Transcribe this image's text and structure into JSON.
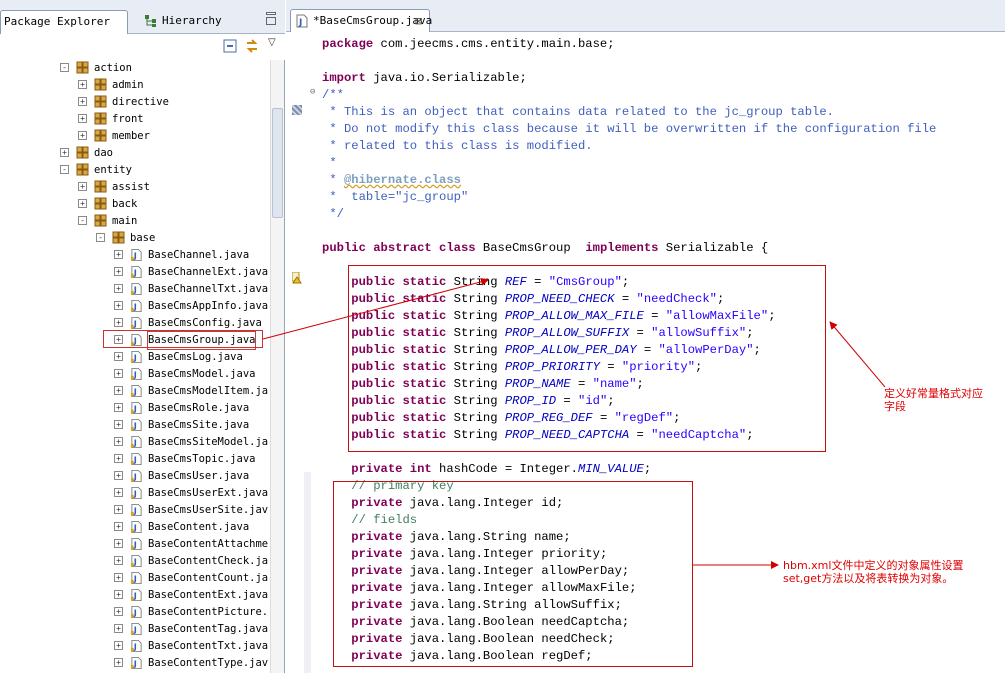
{
  "left_pane": {
    "tab_package_explorer": "Package Explorer",
    "tab_hierarchy": "Hierarchy",
    "close_glyph": "⊠",
    "icons": {
      "collapse_all": "collapse-all-icon",
      "link_editor": "link-with-editor-icon",
      "view_menu": "chevron-down-icon"
    }
  },
  "tree": [
    {
      "label": "action",
      "indent": 0,
      "kind": "package",
      "expander": "-"
    },
    {
      "label": "admin",
      "indent": 1,
      "kind": "package",
      "expander": "+"
    },
    {
      "label": "directive",
      "indent": 1,
      "kind": "package",
      "expander": "+"
    },
    {
      "label": "front",
      "indent": 1,
      "kind": "package",
      "expander": "+"
    },
    {
      "label": "member",
      "indent": 1,
      "kind": "package",
      "expander": "+"
    },
    {
      "label": "dao",
      "indent": 0,
      "kind": "package",
      "expander": "+"
    },
    {
      "label": "entity",
      "indent": 0,
      "kind": "package",
      "expander": "-"
    },
    {
      "label": "assist",
      "indent": 1,
      "kind": "package",
      "expander": "+"
    },
    {
      "label": "back",
      "indent": 1,
      "kind": "package",
      "expander": "+"
    },
    {
      "label": "main",
      "indent": 1,
      "kind": "package",
      "expander": "-"
    },
    {
      "label": "base",
      "indent": 2,
      "kind": "package",
      "expander": "-"
    },
    {
      "label": "BaseChannel.java",
      "indent": 3,
      "kind": "java",
      "expander": "+"
    },
    {
      "label": "BaseChannelExt.java",
      "indent": 3,
      "kind": "java",
      "expander": "+"
    },
    {
      "label": "BaseChannelTxt.java",
      "indent": 3,
      "kind": "java",
      "expander": "+"
    },
    {
      "label": "BaseCmsAppInfo.java",
      "indent": 3,
      "kind": "java",
      "expander": "+"
    },
    {
      "label": "BaseCmsConfig.java",
      "indent": 3,
      "kind": "java",
      "expander": "+"
    },
    {
      "label": "BaseCmsGroup.java",
      "indent": 3,
      "kind": "java",
      "expander": "+",
      "selected": true
    },
    {
      "label": "BaseCmsLog.java",
      "indent": 3,
      "kind": "java",
      "expander": "+"
    },
    {
      "label": "BaseCmsModel.java",
      "indent": 3,
      "kind": "java",
      "expander": "+"
    },
    {
      "label": "BaseCmsModelItem.ja",
      "indent": 3,
      "kind": "java",
      "expander": "+"
    },
    {
      "label": "BaseCmsRole.java",
      "indent": 3,
      "kind": "java",
      "expander": "+"
    },
    {
      "label": "BaseCmsSite.java",
      "indent": 3,
      "kind": "java",
      "expander": "+"
    },
    {
      "label": "BaseCmsSiteModel.ja",
      "indent": 3,
      "kind": "java",
      "expander": "+"
    },
    {
      "label": "BaseCmsTopic.java",
      "indent": 3,
      "kind": "java",
      "expander": "+"
    },
    {
      "label": "BaseCmsUser.java",
      "indent": 3,
      "kind": "java",
      "expander": "+"
    },
    {
      "label": "BaseCmsUserExt.java",
      "indent": 3,
      "kind": "java",
      "expander": "+"
    },
    {
      "label": "BaseCmsUserSite.jav",
      "indent": 3,
      "kind": "java",
      "expander": "+"
    },
    {
      "label": "BaseContent.java",
      "indent": 3,
      "kind": "java",
      "expander": "+"
    },
    {
      "label": "BaseContentAttachme",
      "indent": 3,
      "kind": "java",
      "expander": "+"
    },
    {
      "label": "BaseContentCheck.ja",
      "indent": 3,
      "kind": "java",
      "expander": "+"
    },
    {
      "label": "BaseContentCount.ja",
      "indent": 3,
      "kind": "java",
      "expander": "+"
    },
    {
      "label": "BaseContentExt.java",
      "indent": 3,
      "kind": "java",
      "expander": "+"
    },
    {
      "label": "BaseContentPicture.",
      "indent": 3,
      "kind": "java",
      "expander": "+"
    },
    {
      "label": "BaseContentTag.java",
      "indent": 3,
      "kind": "java",
      "expander": "+"
    },
    {
      "label": "BaseContentTxt.java",
      "indent": 3,
      "kind": "java",
      "expander": "+"
    },
    {
      "label": "BaseContentType.jav",
      "indent": 3,
      "kind": "java",
      "expander": "+"
    }
  ],
  "editor": {
    "tab_title": "*BaseCmsGroup.java",
    "close_glyph": "⊠",
    "lines": [
      [
        [
          "kw",
          "package"
        ],
        [
          "p",
          " com.jeecms.cms.entity.main.base;"
        ]
      ],
      [],
      [
        [
          "kw",
          "import"
        ],
        [
          "p",
          " java.io.Serializable;"
        ]
      ],
      [
        [
          "jd",
          "/**"
        ]
      ],
      [
        [
          "jd",
          " * This is an object that contains data related to the jc_group table."
        ]
      ],
      [
        [
          "jd",
          " * Do not modify this class because it will be overwritten if the configuration file"
        ]
      ],
      [
        [
          "jd",
          " * related to this class is modified."
        ]
      ],
      [
        [
          "jd",
          " *"
        ]
      ],
      [
        [
          "jd",
          " * "
        ],
        [
          "jdtag",
          "@hibernate.class"
        ]
      ],
      [
        [
          "jd",
          " *  table=\"jc_group\""
        ]
      ],
      [
        [
          "jd",
          " */"
        ]
      ],
      [],
      [
        [
          "kw",
          "public abstract class"
        ],
        [
          "p",
          " BaseCmsGroup  "
        ],
        [
          "kw",
          "implements"
        ],
        [
          "p",
          " Serializable {"
        ]
      ],
      [],
      [
        [
          "p",
          "    "
        ],
        [
          "kw",
          "public static"
        ],
        [
          "p",
          " String "
        ],
        [
          "fi",
          "REF"
        ],
        [
          "p",
          " = "
        ],
        [
          "st",
          "\"CmsGroup\""
        ],
        [
          "p",
          ";"
        ]
      ],
      [
        [
          "p",
          "    "
        ],
        [
          "kw",
          "public static"
        ],
        [
          "p",
          " String "
        ],
        [
          "fi",
          "PROP_NEED_CHECK"
        ],
        [
          "p",
          " = "
        ],
        [
          "st",
          "\"needCheck\""
        ],
        [
          "p",
          ";"
        ]
      ],
      [
        [
          "p",
          "    "
        ],
        [
          "kw",
          "public static"
        ],
        [
          "p",
          " String "
        ],
        [
          "fi",
          "PROP_ALLOW_MAX_FILE"
        ],
        [
          "p",
          " = "
        ],
        [
          "st",
          "\"allowMaxFile\""
        ],
        [
          "p",
          ";"
        ]
      ],
      [
        [
          "p",
          "    "
        ],
        [
          "kw",
          "public static"
        ],
        [
          "p",
          " String "
        ],
        [
          "fi",
          "PROP_ALLOW_SUFFIX"
        ],
        [
          "p",
          " = "
        ],
        [
          "st",
          "\"allowSuffix\""
        ],
        [
          "p",
          ";"
        ]
      ],
      [
        [
          "p",
          "    "
        ],
        [
          "kw",
          "public static"
        ],
        [
          "p",
          " String "
        ],
        [
          "fi",
          "PROP_ALLOW_PER_DAY"
        ],
        [
          "p",
          " = "
        ],
        [
          "st",
          "\"allowPerDay\""
        ],
        [
          "p",
          ";"
        ]
      ],
      [
        [
          "p",
          "    "
        ],
        [
          "kw",
          "public static"
        ],
        [
          "p",
          " String "
        ],
        [
          "fi",
          "PROP_PRIORITY"
        ],
        [
          "p",
          " = "
        ],
        [
          "st",
          "\"priority\""
        ],
        [
          "p",
          ";"
        ]
      ],
      [
        [
          "p",
          "    "
        ],
        [
          "kw",
          "public static"
        ],
        [
          "p",
          " String "
        ],
        [
          "fi",
          "PROP_NAME"
        ],
        [
          "p",
          " = "
        ],
        [
          "st",
          "\"name\""
        ],
        [
          "p",
          ";"
        ]
      ],
      [
        [
          "p",
          "    "
        ],
        [
          "kw",
          "public static"
        ],
        [
          "p",
          " String "
        ],
        [
          "fi",
          "PROP_ID"
        ],
        [
          "p",
          " = "
        ],
        [
          "st",
          "\"id\""
        ],
        [
          "p",
          ";"
        ]
      ],
      [
        [
          "p",
          "    "
        ],
        [
          "kw",
          "public static"
        ],
        [
          "p",
          " String "
        ],
        [
          "fi",
          "PROP_REG_DEF"
        ],
        [
          "p",
          " = "
        ],
        [
          "st",
          "\"regDef\""
        ],
        [
          "p",
          ";"
        ]
      ],
      [
        [
          "p",
          "    "
        ],
        [
          "kw",
          "public static"
        ],
        [
          "p",
          " String "
        ],
        [
          "fi",
          "PROP_NEED_CAPTCHA"
        ],
        [
          "p",
          " = "
        ],
        [
          "st",
          "\"needCaptcha\""
        ],
        [
          "p",
          ";"
        ]
      ],
      [],
      [
        [
          "p",
          "    "
        ],
        [
          "kw",
          "private int"
        ],
        [
          "p",
          " hashCode = Integer."
        ],
        [
          "fi",
          "MIN_VALUE"
        ],
        [
          "p",
          ";"
        ]
      ],
      [
        [
          "p",
          "    "
        ],
        [
          "cm",
          "// primary key"
        ]
      ],
      [
        [
          "p",
          "    "
        ],
        [
          "kw",
          "private"
        ],
        [
          "p",
          " java.lang.Integer id;"
        ]
      ],
      [
        [
          "p",
          "    "
        ],
        [
          "cm",
          "// fields"
        ]
      ],
      [
        [
          "p",
          "    "
        ],
        [
          "kw",
          "private"
        ],
        [
          "p",
          " java.lang.String name;"
        ]
      ],
      [
        [
          "p",
          "    "
        ],
        [
          "kw",
          "private"
        ],
        [
          "p",
          " java.lang.Integer priority;"
        ]
      ],
      [
        [
          "p",
          "    "
        ],
        [
          "kw",
          "private"
        ],
        [
          "p",
          " java.lang.Integer allowPerDay;"
        ]
      ],
      [
        [
          "p",
          "    "
        ],
        [
          "kw",
          "private"
        ],
        [
          "p",
          " java.lang.Integer allowMaxFile;"
        ]
      ],
      [
        [
          "p",
          "    "
        ],
        [
          "kw",
          "private"
        ],
        [
          "p",
          " java.lang.String allowSuffix;"
        ]
      ],
      [
        [
          "p",
          "    "
        ],
        [
          "kw",
          "private"
        ],
        [
          "p",
          " java.lang.Boolean needCaptcha;"
        ]
      ],
      [
        [
          "p",
          "    "
        ],
        [
          "kw",
          "private"
        ],
        [
          "p",
          " java.lang.Boolean needCheck;"
        ]
      ],
      [
        [
          "p",
          "    "
        ],
        [
          "kw",
          "private"
        ],
        [
          "p",
          " java.lang.Boolean regDef;"
        ]
      ]
    ]
  },
  "annotations": {
    "note_constants_line1": "定义好常量格式对应",
    "note_constants_line2": "字段",
    "note_fields_line1": "hbm.xml文件中定义的对象属性设置",
    "note_fields_line2": "set,get方法以及将表转换为对象。",
    "color": "#e00000"
  },
  "colors": {
    "keyword": "#7f0055",
    "javadoc": "#3f5fbf",
    "comment": "#3f7f5f",
    "string": "#2a00ff",
    "field": "#0000c0",
    "tab_bar": "#e7ecf5"
  }
}
